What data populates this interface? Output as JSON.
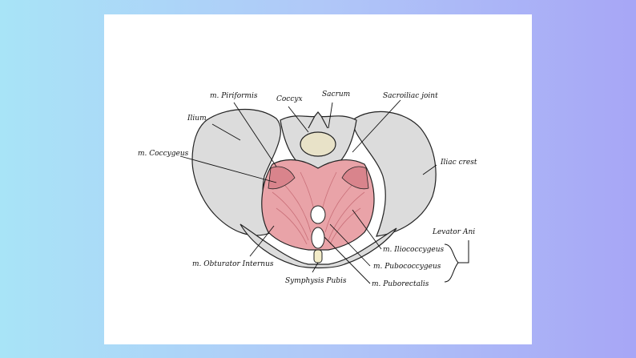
{
  "diagram": {
    "labels": {
      "piriformis": "m. Piriformis",
      "coccyx": "Coccyx",
      "sacrum": "Sacrum",
      "sacroiliac": "Sacroiliac joint",
      "ilium": "Ilium",
      "coccygeus": "m. Coccygeus",
      "iliac_crest": "Iliac crest",
      "levator_ani": "Levator Ani",
      "iliococcygeus": "m. Iliococcygeus",
      "pubococcygeus": "m. Pubococcygeus",
      "puborectalis": "m. Puborectalis",
      "obturator": "m. Obturator Internus",
      "symphysis": "Symphysis Pubis"
    },
    "colors": {
      "bone": "#dcdcdc",
      "muscle": "#e9a3a8",
      "muscle_dark": "#d9848c",
      "sacrum_body": "#e8e2c8",
      "outline": "#222222"
    }
  }
}
